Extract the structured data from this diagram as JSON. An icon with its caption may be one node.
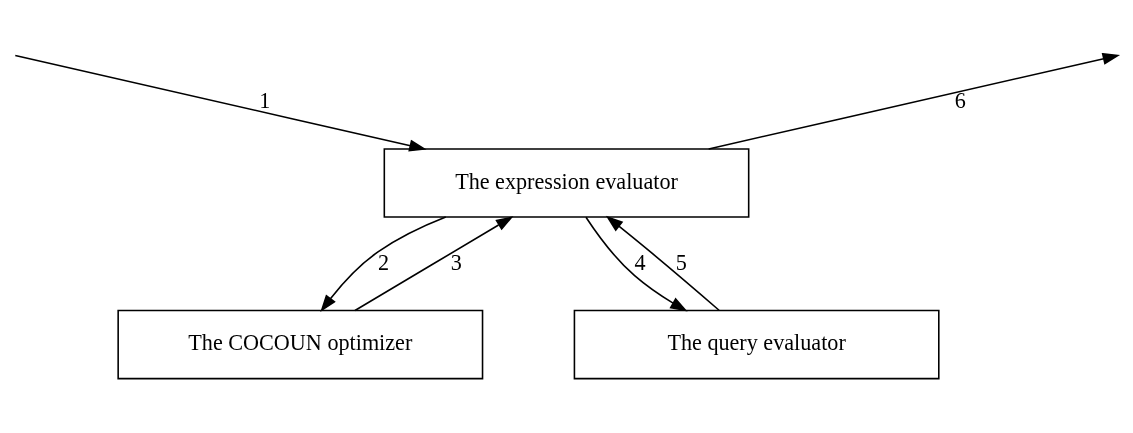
{
  "diagram": {
    "nodes": [
      {
        "text": [
          "The expression evaluator"
        ]
      },
      {
        "text": [
          "The COCOUN optimizer"
        ]
      },
      {
        "text": [
          "The query evaluator"
        ]
      }
    ],
    "edges": [
      {
        "from": null,
        "to": 0,
        "arrow": "to",
        "label": "1"
      },
      {
        "from": 0,
        "to": 1,
        "arrow": "to",
        "label": "2"
      },
      {
        "from": 1,
        "to": 0,
        "arrow": "to",
        "label": "3"
      },
      {
        "from": 0,
        "to": 2,
        "arrow": "to",
        "label": "4"
      },
      {
        "from": 2,
        "to": 0,
        "arrow": "to",
        "label": "5"
      },
      {
        "from": 0,
        "to": null,
        "arrow": "to",
        "label": "6"
      }
    ]
  }
}
